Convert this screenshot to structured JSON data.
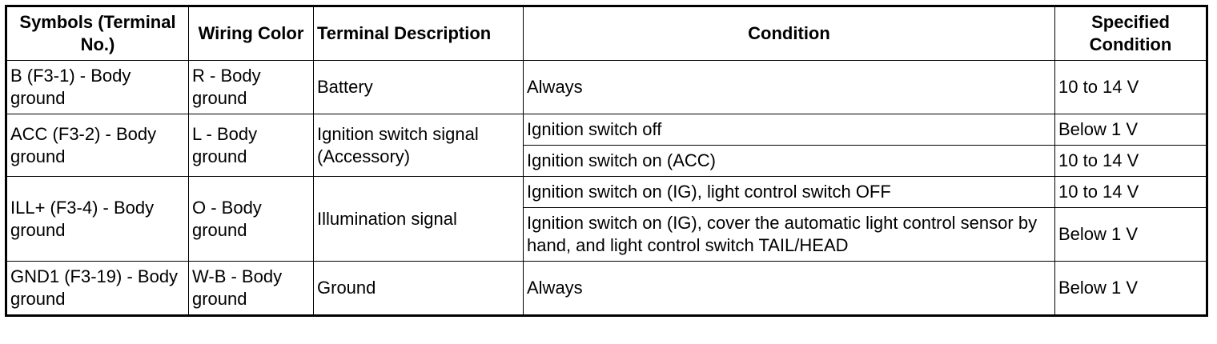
{
  "header": {
    "symbols": "Symbols (Terminal No.)",
    "wiring": "Wiring Color",
    "description": "Terminal Description",
    "condition": "Condition",
    "specified": "Specified Condition"
  },
  "rows": [
    {
      "symbol": "B (F3-1) - Body ground",
      "wiring": "R - Body ground",
      "description": "Battery",
      "conditions": [
        {
          "condition": "Always",
          "specified": "10 to 14 V"
        }
      ]
    },
    {
      "symbol": "ACC (F3-2) - Body ground",
      "wiring": "L - Body ground",
      "description": "Ignition switch signal (Accessory)",
      "conditions": [
        {
          "condition": "Ignition switch off",
          "specified": "Below 1 V"
        },
        {
          "condition": "Ignition switch on (ACC)",
          "specified": "10 to 14 V"
        }
      ]
    },
    {
      "symbol": "ILL+ (F3-4) - Body ground",
      "wiring": "O - Body ground",
      "description": "Illumination signal",
      "conditions": [
        {
          "condition": "Ignition switch on (IG), light control switch OFF",
          "specified": "10 to 14 V"
        },
        {
          "condition": "Ignition switch on (IG), cover the automatic light control sensor by hand, and light control switch TAIL/HEAD",
          "specified": "Below 1 V"
        }
      ]
    },
    {
      "symbol": "GND1 (F3-19) - Body ground",
      "wiring": "W-B - Body ground",
      "description": "Ground",
      "conditions": [
        {
          "condition": "Always",
          "specified": "Below 1 V"
        }
      ]
    }
  ]
}
